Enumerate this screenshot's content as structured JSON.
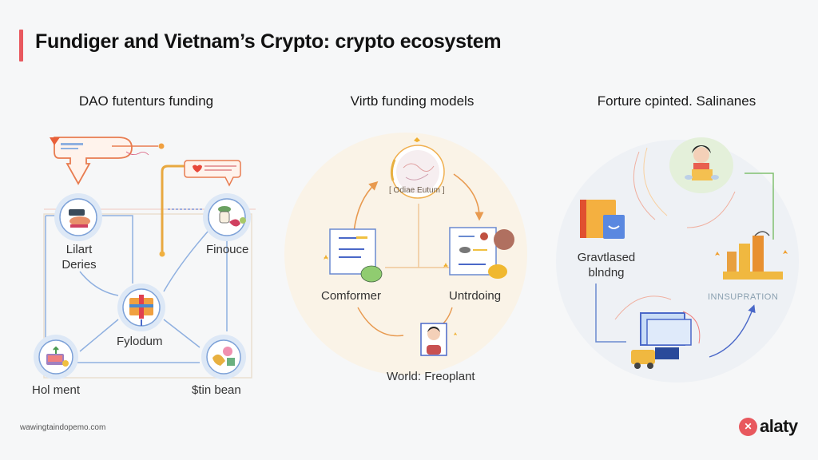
{
  "slide": {
    "title": "Fundiger and Vietnam’s Crypto: crypto ecosystem",
    "accent_color": "#e8585e"
  },
  "sections": [
    {
      "heading": "DAO futenturs funding",
      "nodes": [
        {
          "label_line1": "Lilart",
          "label_line2": "Deries",
          "icon": "crypto-hardware-icon"
        },
        {
          "label": "Finouce",
          "icon": "finance-person-icon"
        },
        {
          "label": "Fylodum",
          "icon": "gift-box-icon"
        },
        {
          "label": "Hol ment",
          "icon": "desk-plant-icon"
        },
        {
          "label": "$tin bean",
          "icon": "handshake-icon"
        }
      ],
      "callouts": [
        "speech-bubble-icon",
        "heart-bubble-icon"
      ]
    },
    {
      "heading": "Virtb funding models",
      "center_tag": "[ Odiae Eutum ]",
      "nodes": [
        {
          "label": "Comformer",
          "icon": "document-frog-icon"
        },
        {
          "label": "Untrdoing",
          "icon": "document-chick-icon"
        },
        {
          "label": "World: Freoplant",
          "icon": "person-portrait-icon"
        }
      ]
    },
    {
      "heading": "Forture cpinted. Salinanes",
      "nodes": [
        {
          "label_line1": "Gravtlased",
          "label_line2": "blndng",
          "icon": "book-icon"
        },
        {
          "label": "INNSUPRATION",
          "icon": "factory-icon"
        },
        {
          "icon": "person-laptop-icon"
        },
        {
          "icon": "computer-truck-icon"
        }
      ]
    }
  ],
  "footer": {
    "url": "wawingtaindopemo.com",
    "brand_name": "alaty",
    "brand_icon": "brand-logo-icon"
  }
}
